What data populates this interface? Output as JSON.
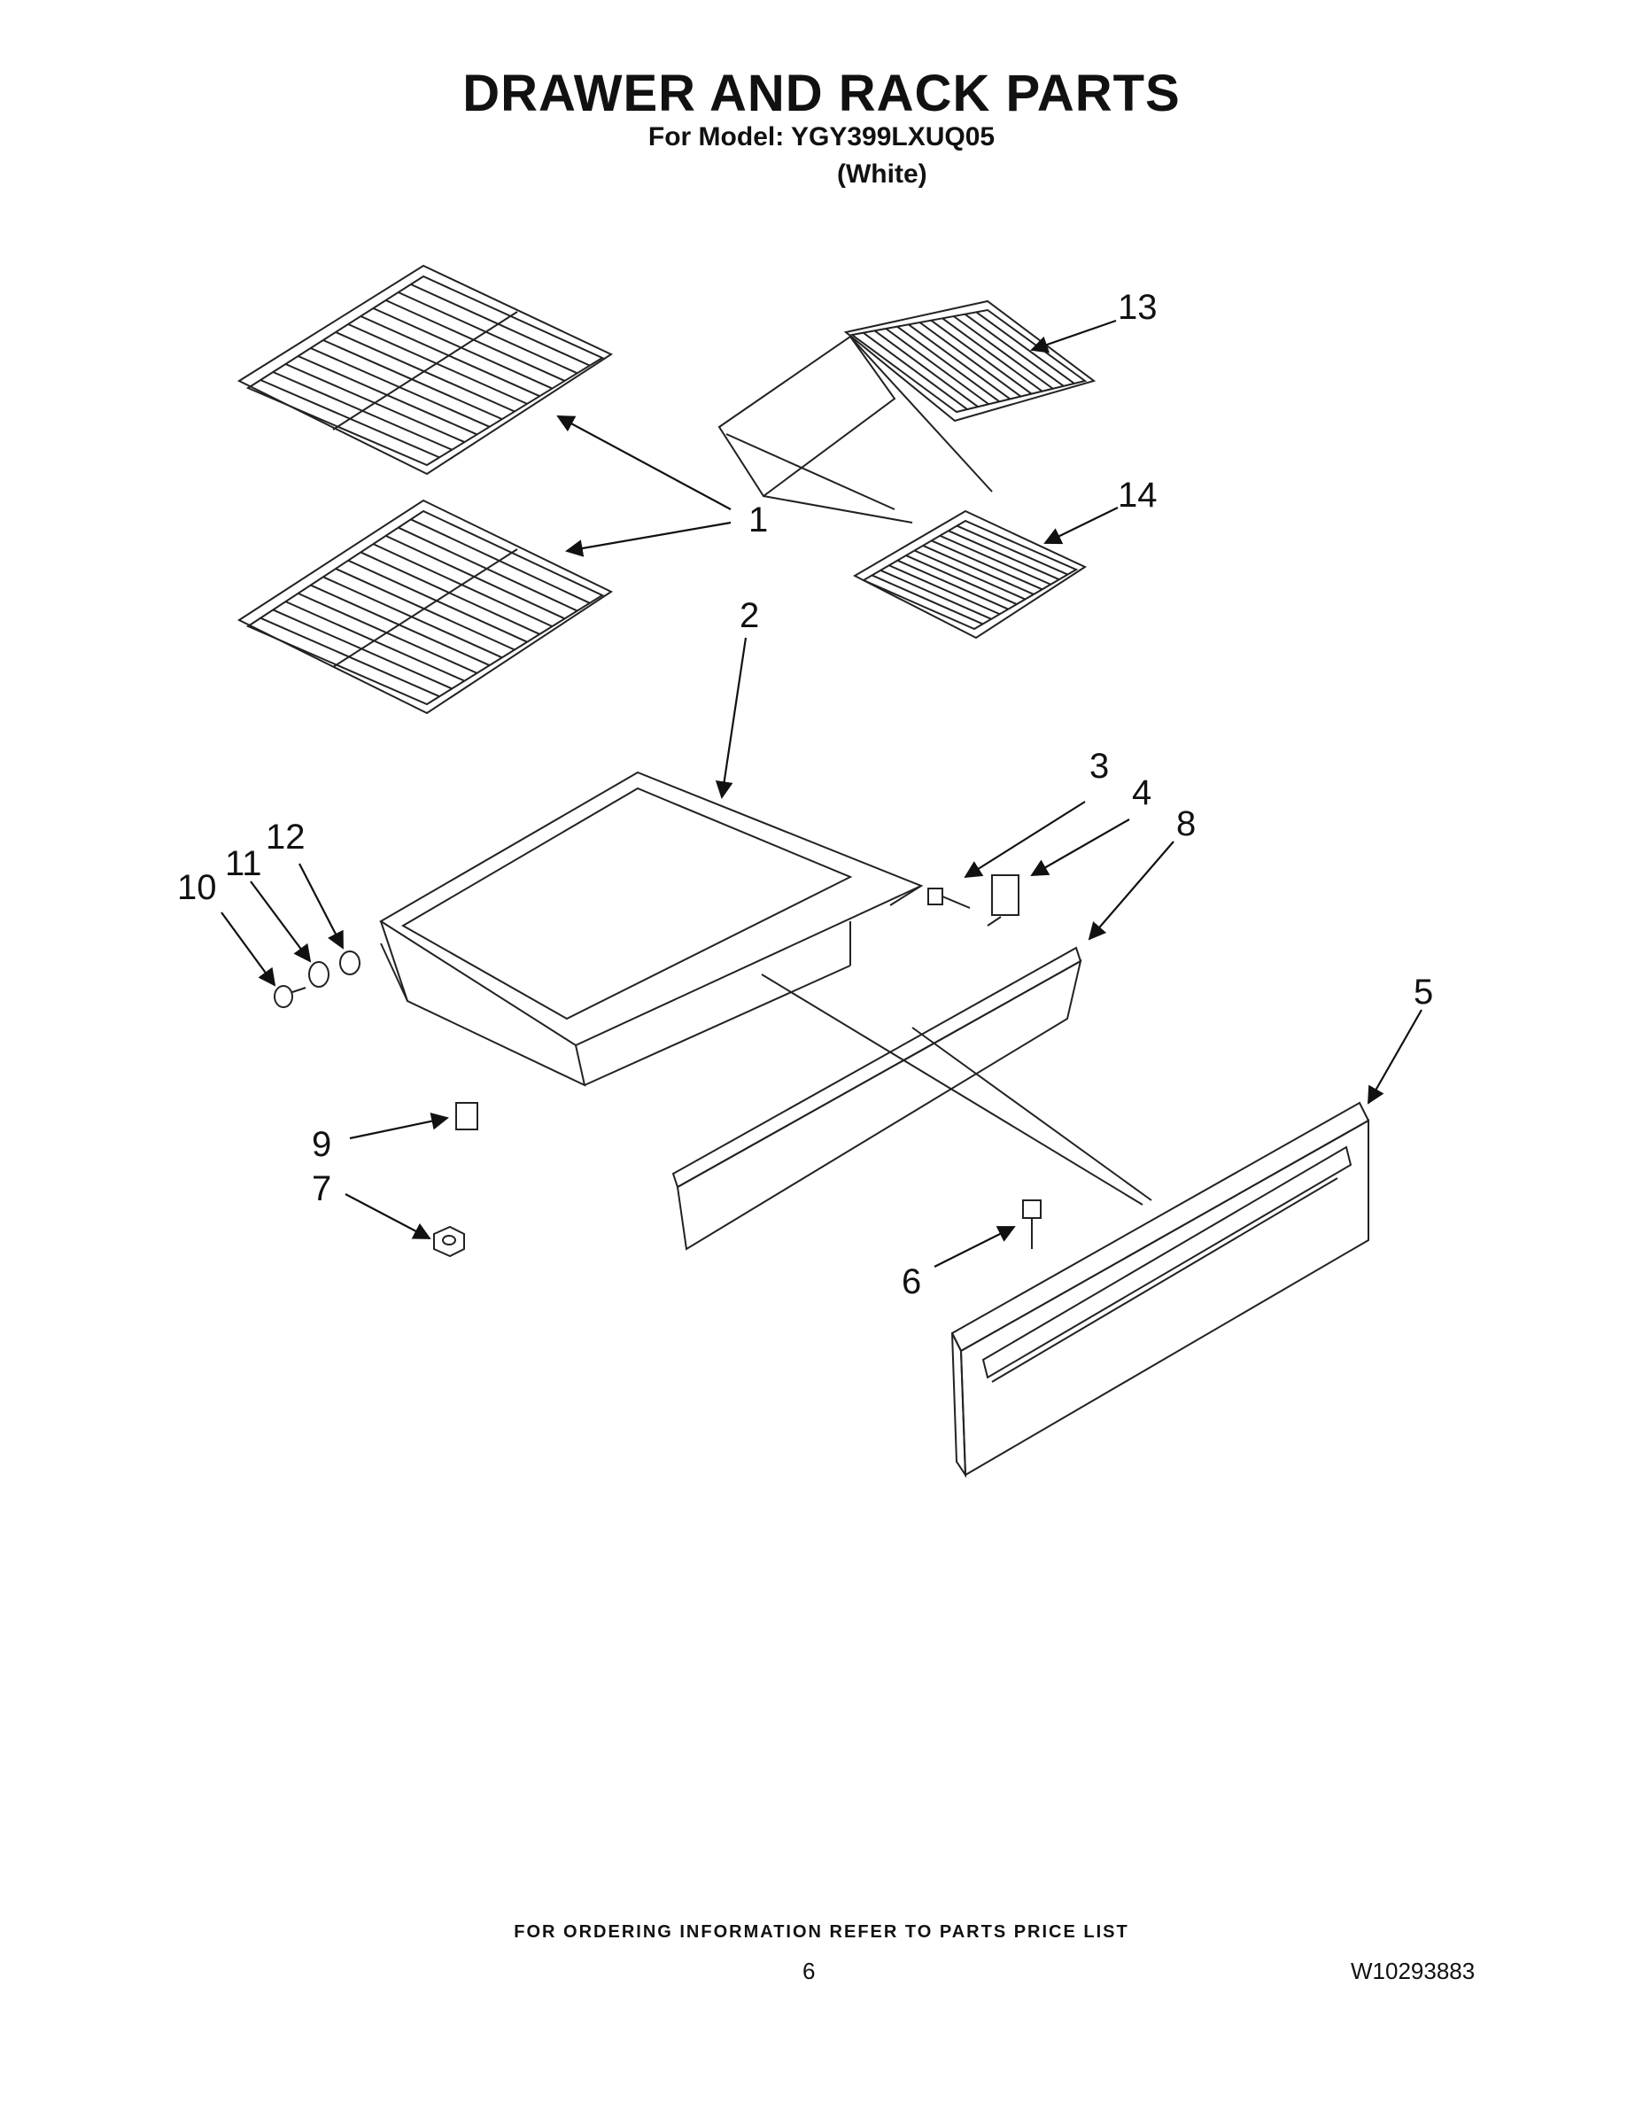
{
  "header": {
    "title": "DRAWER AND RACK PARTS",
    "model_line": "For Model: YGY399LXUQ05",
    "color_line": "(White)"
  },
  "callouts": {
    "c1": "1",
    "c2": "2",
    "c3": "3",
    "c4": "4",
    "c5": "5",
    "c6": "6",
    "c7": "7",
    "c8": "8",
    "c9": "9",
    "c10": "10",
    "c11": "11",
    "c12": "12",
    "c13": "13",
    "c14": "14"
  },
  "footer": {
    "note": "FOR ORDERING INFORMATION REFER TO PARTS PRICE LIST",
    "page_number": "6",
    "doc_number": "W10293883"
  }
}
